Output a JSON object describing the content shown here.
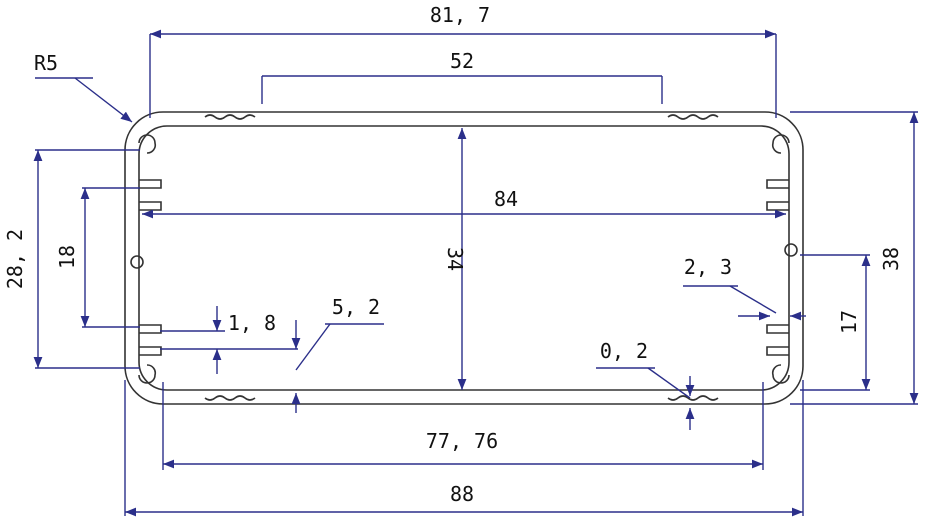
{
  "colors": {
    "dimension_line": "#2b2f8a",
    "profile_outline": "#333333",
    "background": "#ffffff"
  },
  "dimensions": {
    "width_81_7": "81, 7",
    "slot_52": "52",
    "radius_r5": "R5",
    "inner_84": "84",
    "height_28_2": "28, 2",
    "height_18": "18",
    "height_34": "34",
    "height_38": "38",
    "gap_2_3": "2, 3",
    "height_17": "17",
    "gap_1_8": "1, 8",
    "gap_5_2": "5, 2",
    "gap_0_2": "0, 2",
    "width_77_76": "77, 76",
    "width_88": "88"
  }
}
